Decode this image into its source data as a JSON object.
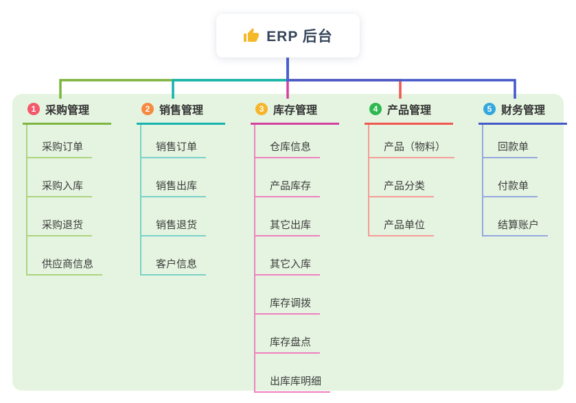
{
  "root": {
    "label": "ERP 后台",
    "icon": "thumbs-up",
    "icon_color": "#f6b82b"
  },
  "branches": [
    {
      "badge": "1",
      "label": "采购管理",
      "badge_color": "#f4586b",
      "color": "#7db43d",
      "light_color": "#abd37f",
      "children": [
        "采购订单",
        "采购入库",
        "采购退货",
        "供应商信息"
      ]
    },
    {
      "badge": "2",
      "label": "销售管理",
      "badge_color": "#f68a40",
      "color": "#14b3ae",
      "light_color": "#78d0c9",
      "children": [
        "销售订单",
        "销售出库",
        "销售退货",
        "客户信息"
      ]
    },
    {
      "badge": "3",
      "label": "库存管理",
      "badge_color": "#f6b52b",
      "color": "#d33fa0",
      "light_color": "#ee7fc0",
      "children": [
        "仓库信息",
        "产品库存",
        "其它出库",
        "其它入库",
        "库存调拨",
        "库存盘点",
        "出库库明细"
      ]
    },
    {
      "badge": "4",
      "label": "产品管理",
      "badge_color": "#2eb850",
      "color": "#f0564e",
      "light_color": "#f69b95",
      "children": [
        "产品（物料）",
        "产品分类",
        "产品单位"
      ]
    },
    {
      "badge": "5",
      "label": "财务管理",
      "badge_color": "#34a7dc",
      "color": "#4457c8",
      "light_color": "#93a6dd",
      "children": [
        "回款单",
        "付款单",
        "结算账户"
      ]
    }
  ],
  "colors": {
    "panel_bg": "#e5f4e0",
    "root_line": "#4a5fd0",
    "canvas_bg": "#ffffff",
    "branch_text": "#333333",
    "child_text": "#3c3c3c",
    "root_text": "#35455a"
  }
}
